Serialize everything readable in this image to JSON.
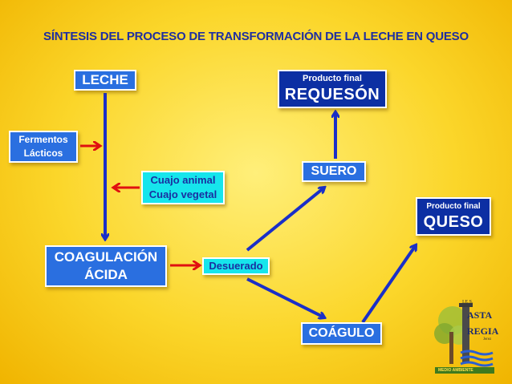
{
  "title": "SÍNTESIS DEL PROCESO DE TRANSFORMACIÓN DE LA LECHE EN QUESO",
  "nodes": {
    "leche": "LECHE",
    "fermentos": [
      "Fermentos",
      "Lácticos"
    ],
    "cuajo": [
      "Cuajo animal",
      "Cuajo vegetal"
    ],
    "coagulacion": [
      "COAGULACIÓN",
      "ÁCIDA"
    ],
    "desuerado": "Desuerado",
    "suero": "SUERO",
    "coagulo": "COÁGULO",
    "requeson": {
      "caption": "Producto final",
      "name": "REQUESÓN"
    },
    "queso": {
      "caption": "Producto final",
      "name": "QUESO"
    }
  },
  "logo": {
    "text": [
      "I.E.S.",
      "ASTA",
      "REGIA",
      "Jerez",
      "MEDIO AMBIENTE"
    ]
  },
  "colors": {
    "background": "#fbd62a",
    "title": "#1f2fa0",
    "box_blue": "#2a6fe0",
    "box_navy": "#0c2fa3",
    "box_cyan": "#16e5ec",
    "arrow_blue": "#1a2fc8",
    "arrow_red": "#e01010"
  }
}
